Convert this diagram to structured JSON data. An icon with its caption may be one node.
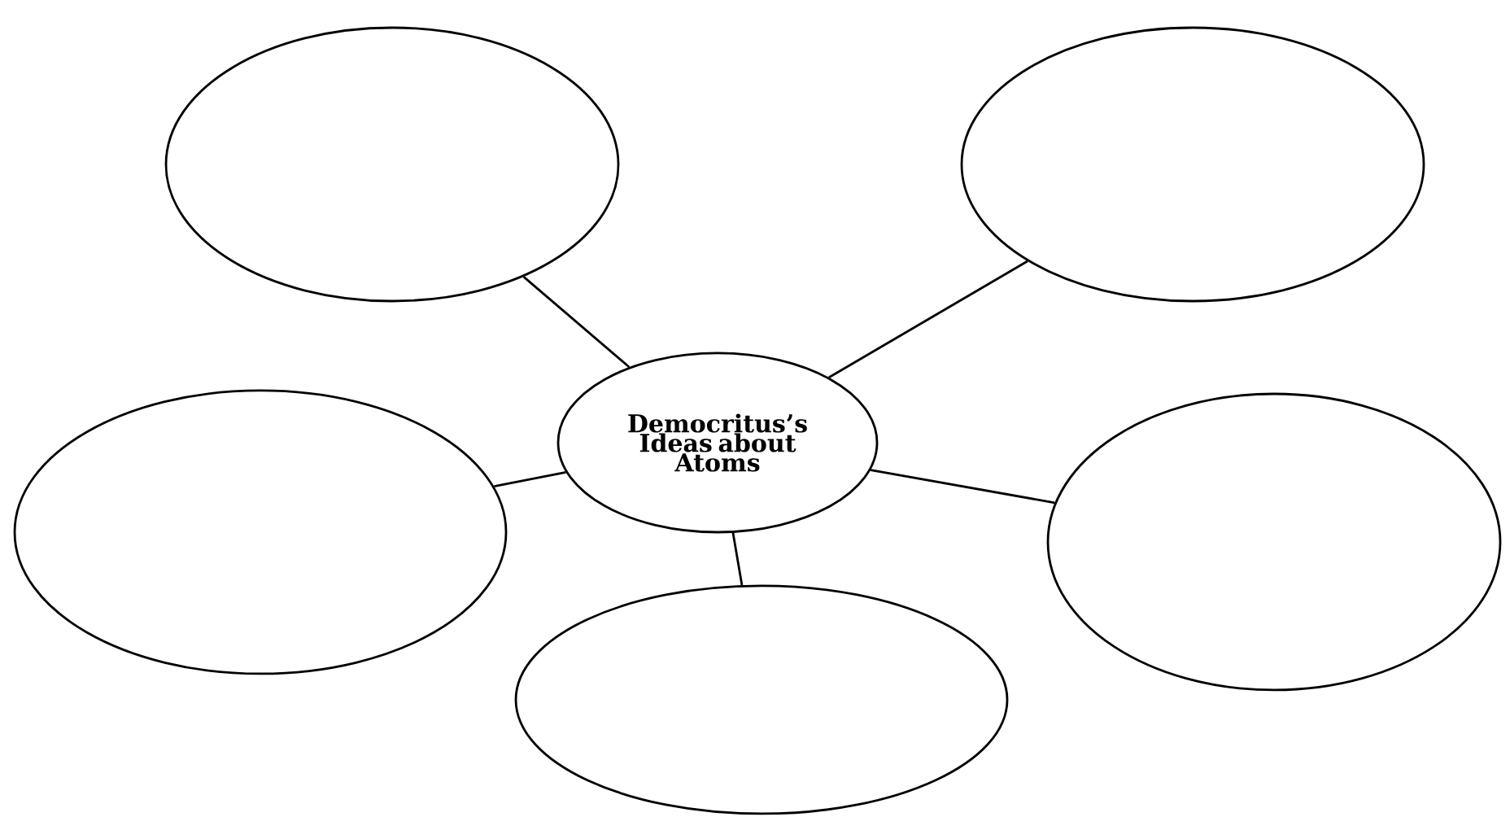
{
  "diagram": {
    "nodes": [
      {
        "text": [
          "Democritus’s Ideas about Atoms"
        ]
      },
      {
        "text": [],
        "shape": "ellipse"
      },
      {
        "text": [],
        "shape": "ellipse"
      },
      {
        "text": [],
        "shape": "ellipse"
      },
      {
        "text": [],
        "shape": "ellipse"
      },
      {
        "text": [],
        "shape": "ellipse"
      }
    ],
    "edges": [
      {
        "from": 0,
        "to": 1,
        "arrow": "none"
      },
      {
        "from": 0,
        "to": 2,
        "arrow": "none"
      },
      {
        "from": 0,
        "to": 3,
        "arrow": "none"
      },
      {
        "from": 0,
        "to": 4,
        "arrow": "none"
      },
      {
        "from": 0,
        "to": 5,
        "arrow": "none"
      }
    ]
  }
}
